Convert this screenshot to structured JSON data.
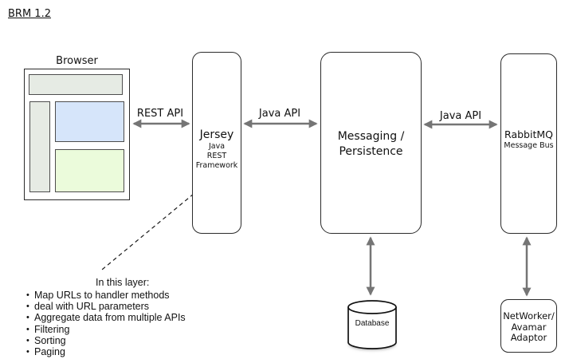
{
  "title": "BRM 1.2",
  "browser": {
    "label": "Browser"
  },
  "arrows": {
    "rest_api_label": "REST API",
    "java_api_label_1": "Java API",
    "java_api_label_2": "Java API"
  },
  "nodes": {
    "jersey": {
      "title": "Jersey",
      "subtitle_lines": [
        "Java",
        "REST",
        "Framework"
      ]
    },
    "messaging": {
      "title_lines": [
        "Messaging /",
        "Persistence"
      ]
    },
    "rabbitmq": {
      "title": "RabbitMQ",
      "subtitle": "Message Bus"
    },
    "database": {
      "label": "Database"
    },
    "networker": {
      "title_lines": [
        "NetWorker/",
        "Avamar",
        "Adaptor"
      ]
    }
  },
  "annotation": {
    "heading": "In this layer:",
    "bullet": "•",
    "items": [
      "Map URLs to handler methods",
      "deal with URL parameters",
      "Aggregate data from multiple APIs",
      "Filtering",
      "Sorting",
      "Paging"
    ]
  },
  "colors": {
    "arrow_gray": "#757575",
    "wireframe_gray": "#e6ebe4",
    "wireframe_blue": "#d6e5fa",
    "wireframe_green": "#ebfbdb",
    "border_dark": "#2b2b2b"
  }
}
